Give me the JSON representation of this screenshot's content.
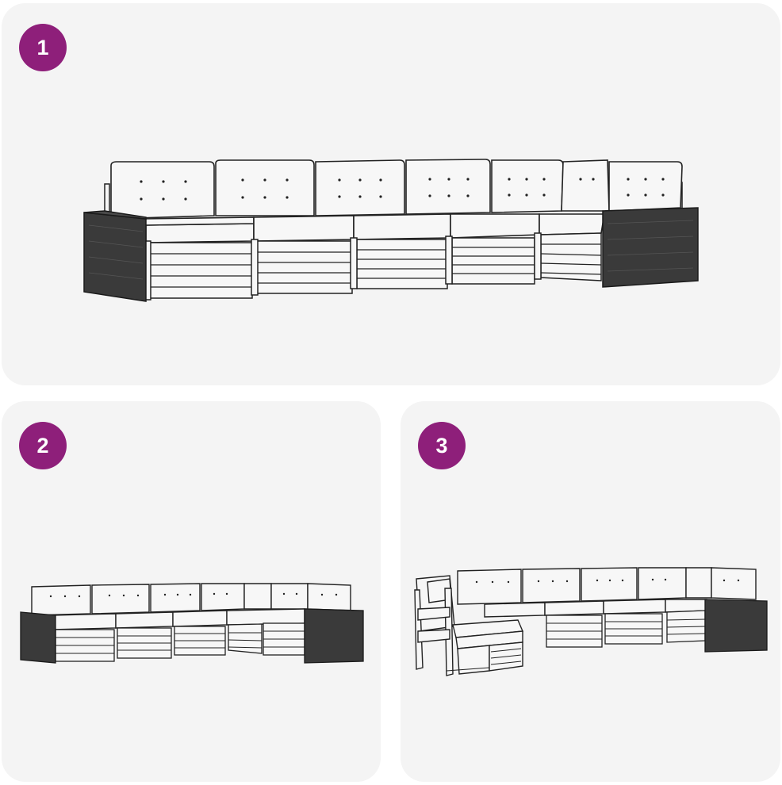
{
  "colors": {
    "panel_bg": "#f4f4f4",
    "badge": "#8e1f7a",
    "badge_text": "#ffffff",
    "rattan": "#3a3a3a",
    "cushion": "#f7f7f7",
    "line": "#222222"
  },
  "panels": [
    {
      "step": "1",
      "illustration": "corner-sofa-assembled-icon"
    },
    {
      "step": "2",
      "illustration": "corner-sofa-variant-icon"
    },
    {
      "step": "3",
      "illustration": "corner-sofa-with-footstool-icon"
    }
  ]
}
